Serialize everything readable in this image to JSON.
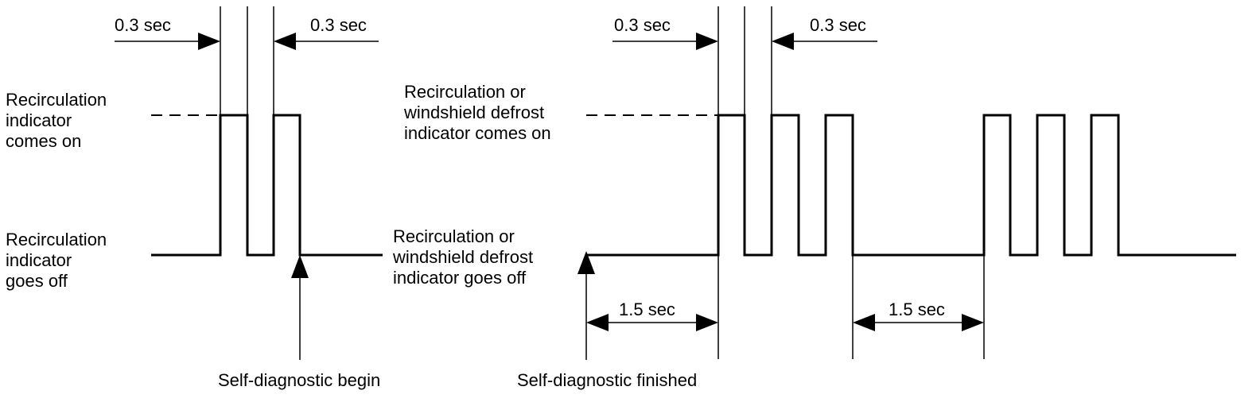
{
  "left_diagram": {
    "timing_label_left": "0.3 sec",
    "timing_label_right": "0.3 sec",
    "on_state_label": [
      "Recirculation",
      "indicator",
      "comes on"
    ],
    "off_state_label": [
      "Recirculation",
      "indicator",
      "goes off"
    ],
    "event_label": "Self-diagnostic begin"
  },
  "right_diagram": {
    "timing_label_left": "0.3 sec",
    "timing_label_right": "0.3 sec",
    "on_state_label": [
      "Recirculation or",
      "windshield defrost",
      "indicator comes on"
    ],
    "off_state_label": [
      "Recirculation or",
      "windshield defrost",
      "indicator goes off"
    ],
    "interval_label_1": "1.5 sec",
    "interval_label_2": "1.5 sec",
    "event_label": "Self-diagnostic finished"
  },
  "colors": {
    "line": "#000000",
    "background": "#ffffff"
  }
}
